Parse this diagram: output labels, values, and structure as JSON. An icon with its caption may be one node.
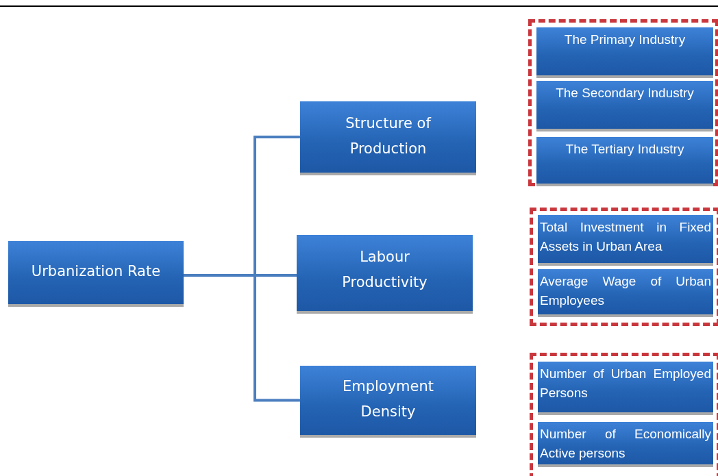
{
  "diagram": {
    "nodes": [
      {
        "text": [
          "Urbanization Rate"
        ]
      },
      {
        "text": [
          "Structure of Production"
        ]
      },
      {
        "text": [
          "Labour Productivity"
        ]
      },
      {
        "text": [
          "Employment Density"
        ]
      },
      {
        "text": [],
        "shape": "box"
      },
      {
        "text": [
          "The Primary Industry"
        ],
        "in": 4
      },
      {
        "text": [
          "The Secondary Industry"
        ],
        "in": 4
      },
      {
        "text": [
          "The Tertiary Industry"
        ],
        "in": 4
      },
      {
        "text": [],
        "shape": "box"
      },
      {
        "text": [
          "Total Investment in Fixed Assets in Urban Area"
        ],
        "in": 8
      },
      {
        "text": [
          "Average Wage of Urban Employees"
        ],
        "in": 8
      },
      {
        "text": [],
        "shape": "box"
      },
      {
        "text": [
          "Number of Urban Employed Persons"
        ],
        "in": 11
      },
      {
        "text": [
          "Number of Economically Active persons"
        ],
        "in": 11
      }
    ],
    "edges": [
      {
        "from": 0,
        "to": 1,
        "arrow": "none"
      },
      {
        "from": 0,
        "to": 2,
        "arrow": "none"
      },
      {
        "from": 0,
        "to": 3,
        "arrow": "none"
      }
    ]
  }
}
